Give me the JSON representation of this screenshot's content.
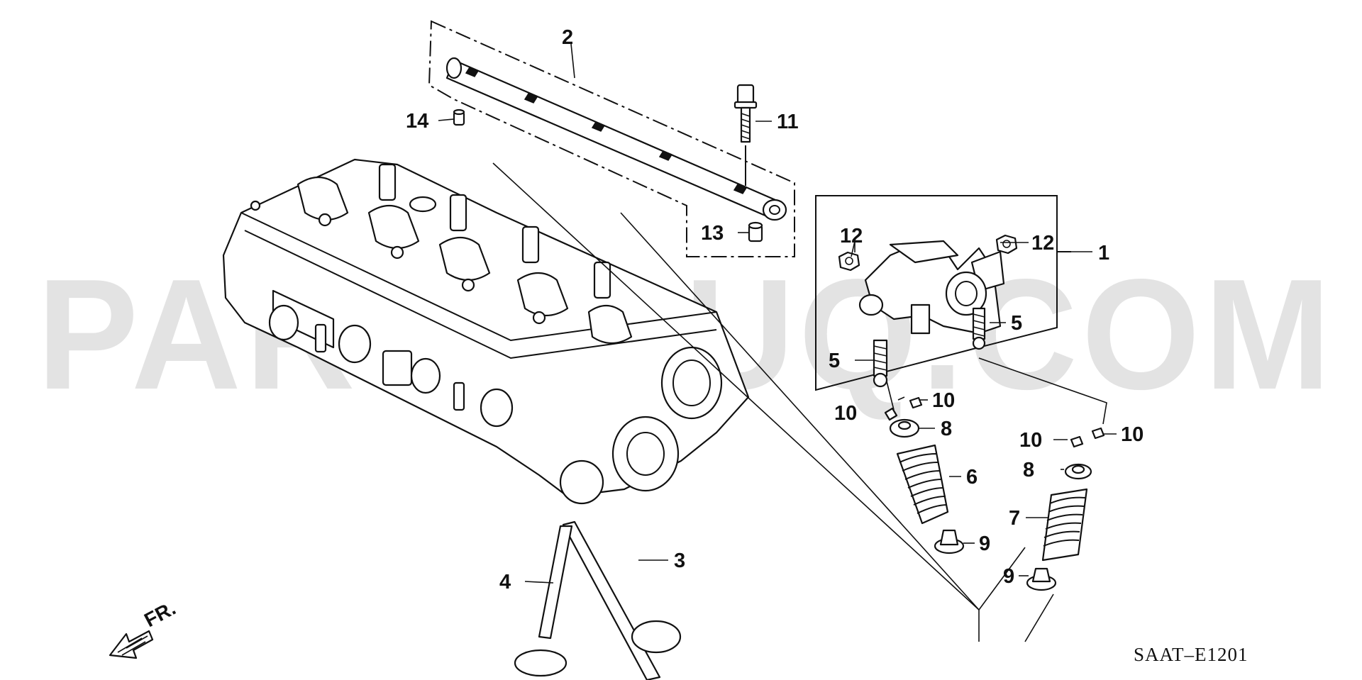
{
  "diagram": {
    "watermark": "PARTSOUQ.COM",
    "drawing_code": "SAAT–E1201",
    "direction_label": "FR.",
    "callouts": [
      {
        "id": "1",
        "label": "1"
      },
      {
        "id": "2",
        "label": "2"
      },
      {
        "id": "3",
        "label": "3"
      },
      {
        "id": "4",
        "label": "4"
      },
      {
        "id": "5a",
        "label": "5"
      },
      {
        "id": "5b",
        "label": "5"
      },
      {
        "id": "6",
        "label": "6"
      },
      {
        "id": "7",
        "label": "7"
      },
      {
        "id": "8a",
        "label": "8"
      },
      {
        "id": "8b",
        "label": "8"
      },
      {
        "id": "9a",
        "label": "9"
      },
      {
        "id": "9b",
        "label": "9"
      },
      {
        "id": "10a",
        "label": "10"
      },
      {
        "id": "10b",
        "label": "10"
      },
      {
        "id": "10c",
        "label": "10"
      },
      {
        "id": "10d",
        "label": "10"
      },
      {
        "id": "11",
        "label": "11"
      },
      {
        "id": "12a",
        "label": "12"
      },
      {
        "id": "12b",
        "label": "12"
      },
      {
        "id": "13",
        "label": "13"
      },
      {
        "id": "14",
        "label": "14"
      }
    ]
  }
}
